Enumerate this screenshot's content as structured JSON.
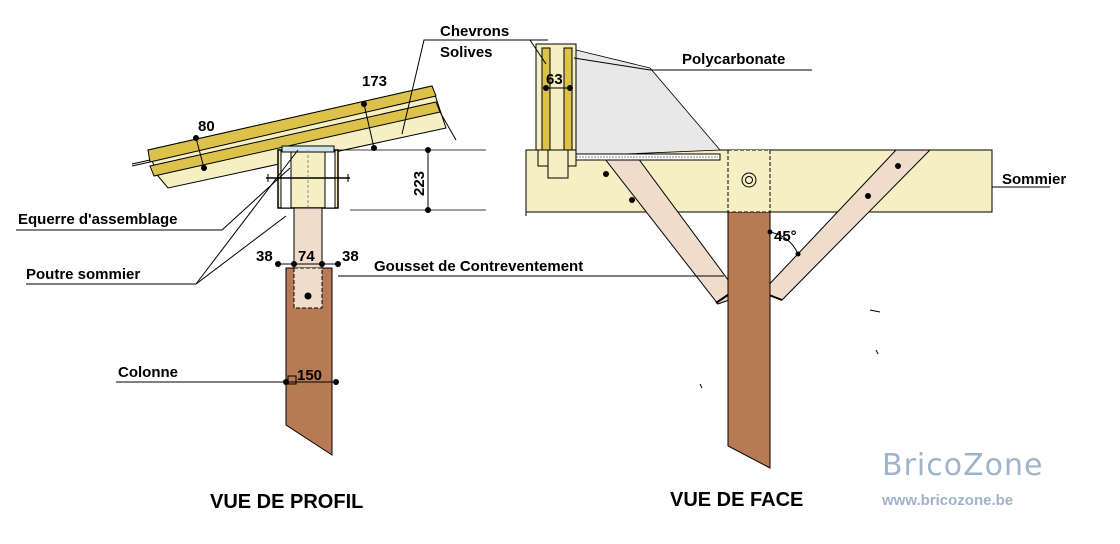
{
  "labels": {
    "chevrons": "Chevrons",
    "solives": "Solives",
    "polycarbonate": "Polycarbonate",
    "sommier": "Sommier",
    "equerre": "Equerre d'assemblage",
    "poutre": "Poutre sommier",
    "gousset": "Gousset de Contreventement",
    "colonne": "Colonne"
  },
  "dimensions": {
    "d80": "80",
    "d173": "173",
    "d223": "223",
    "d38a": "38",
    "d74": "74",
    "d38b": "38",
    "d150": "150",
    "d63": "63",
    "angle": "45°"
  },
  "titles": {
    "profil": "VUE DE PROFIL",
    "face": "VUE DE FACE"
  },
  "watermark": {
    "brand": "BricoZone",
    "url": "www.bricozone.be"
  },
  "colors": {
    "wood_light": "#f6efc3",
    "wood_yellow": "#dcc14a",
    "column": "#b87a54",
    "brace": "#f0dccb",
    "polycarbonate": "#e8e8e8",
    "watermark": "#9fb3cc"
  }
}
